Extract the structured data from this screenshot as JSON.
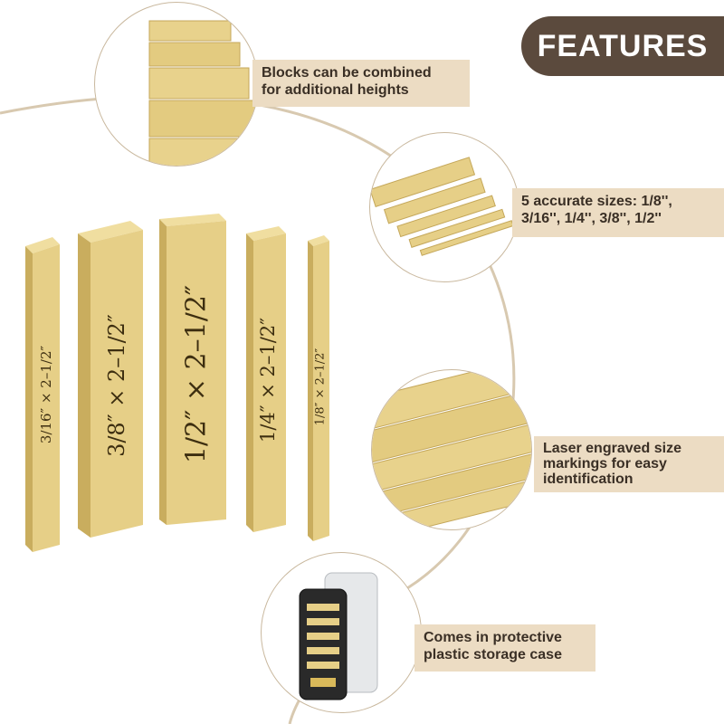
{
  "badge": {
    "text": "FEATURES"
  },
  "features": [
    {
      "text_line1": "Blocks can be combined",
      "text_line2": "for additional heights"
    },
    {
      "text_line1": "5 accurate sizes: 1/8'',",
      "text_line2": "3/16'', 1/4'', 3/8'', 1/2''"
    },
    {
      "text_line1": "Laser engraved size",
      "text_line2": "markings for easy",
      "text_line3": "identification"
    },
    {
      "text_line1": "Comes in protective",
      "text_line2": "plastic storage case"
    }
  ],
  "blocks": [
    {
      "label": "3/16″ × 2–1/2″"
    },
    {
      "label": "3/8″ × 2–1/2″"
    },
    {
      "label": "1/2″ × 2–1/2″"
    },
    {
      "label": "1/4″ × 2–1/2″"
    },
    {
      "label": "1/8″ × 2–1/2″"
    }
  ],
  "colors": {
    "brass": "#e6cf87",
    "brass_dark": "#c9ad5e",
    "badge": "#5b4a3d",
    "label_bg": "#ecdcc3",
    "arc": "#d8c9b0"
  }
}
